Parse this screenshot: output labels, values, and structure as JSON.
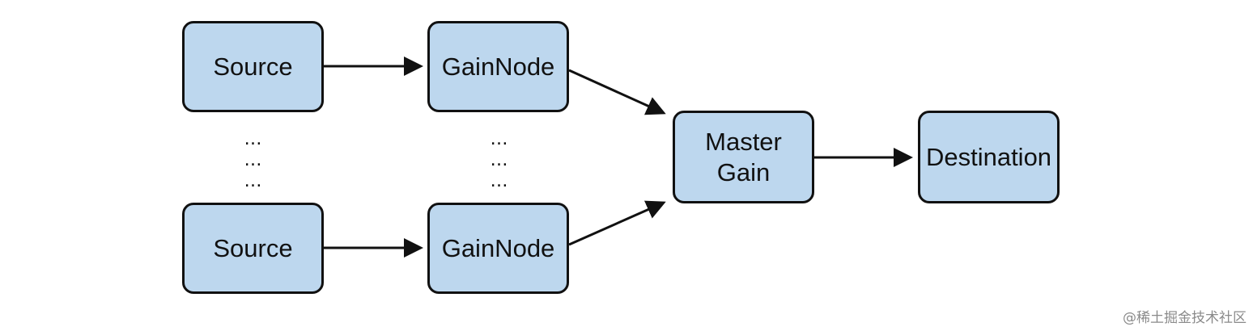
{
  "nodes": {
    "source_top": "Source",
    "gain_top": "GainNode",
    "source_bottom": "Source",
    "gain_bottom": "GainNode",
    "master_gain": "Master\nGain",
    "destination": "Destination"
  },
  "ellipsis": "…",
  "colors": {
    "node_fill": "#bdd7ee",
    "node_border": "#111111",
    "arrow": "#111111"
  },
  "watermark": "@稀土掘金技术社区"
}
